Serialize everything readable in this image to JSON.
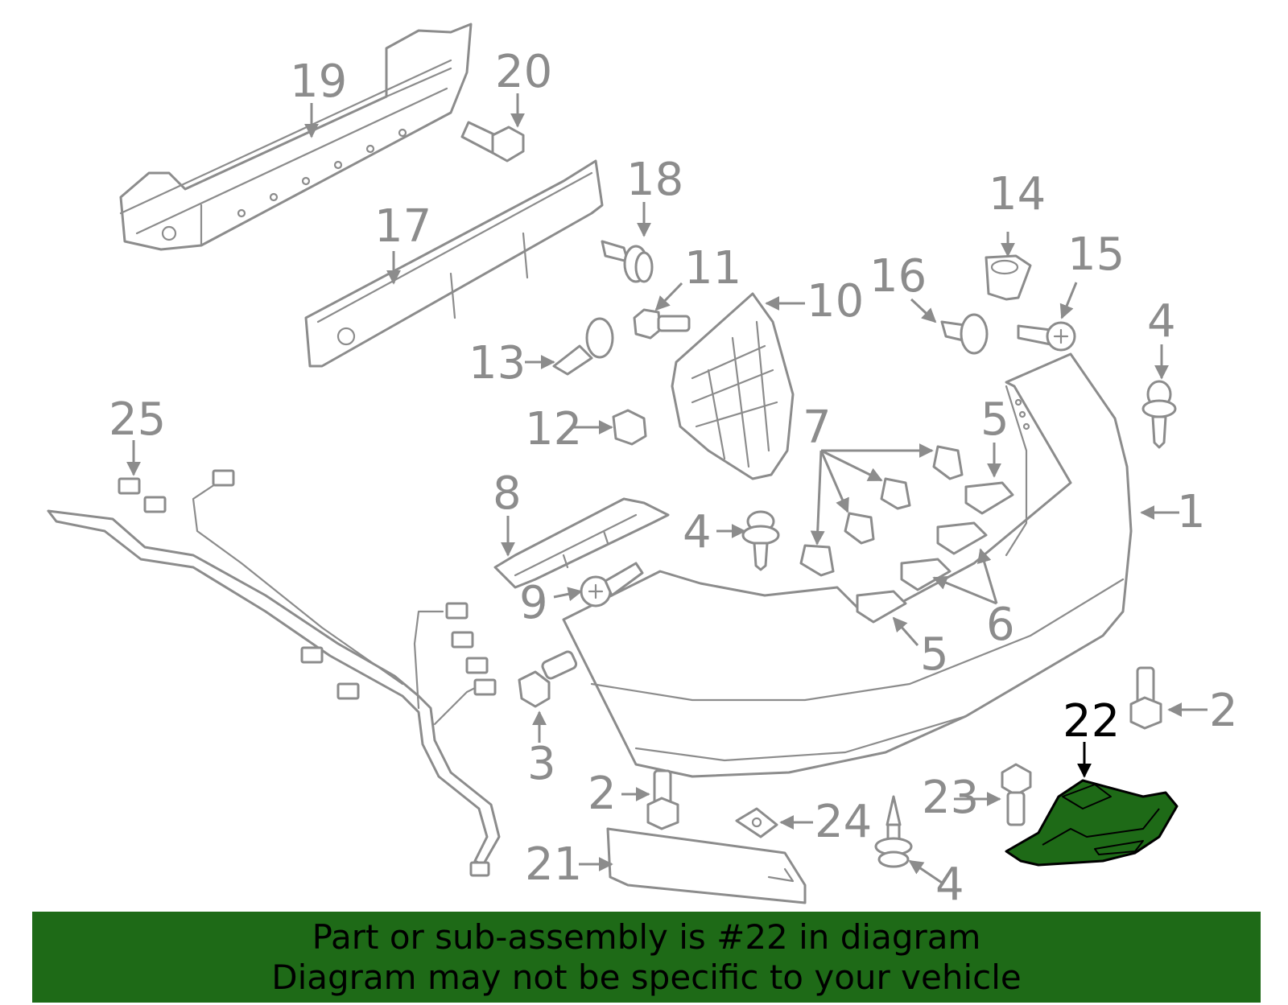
{
  "diagram": {
    "highlighted_part": "22",
    "colors": {
      "line": "#8c8c8c",
      "highlight_fill": "#1e6a17",
      "highlight_label": "#000000",
      "banner_bg": "#1e6a17"
    },
    "labels": {
      "p1": "1",
      "p2a": "2",
      "p2b": "2",
      "p3": "3",
      "p4a": "4",
      "p4b": "4",
      "p4c": "4",
      "p5a": "5",
      "p5b": "5",
      "p6": "6",
      "p7": "7",
      "p8": "8",
      "p9": "9",
      "p10": "10",
      "p11": "11",
      "p12": "12",
      "p13": "13",
      "p14": "14",
      "p15": "15",
      "p16": "16",
      "p17": "17",
      "p18": "18",
      "p19": "19",
      "p20": "20",
      "p21": "21",
      "p22": "22",
      "p23": "23",
      "p24": "24",
      "p25": "25"
    }
  },
  "banner": {
    "line1": "Part or sub-assembly is #22 in diagram",
    "line2": "Diagram may not be specific to your vehicle"
  }
}
